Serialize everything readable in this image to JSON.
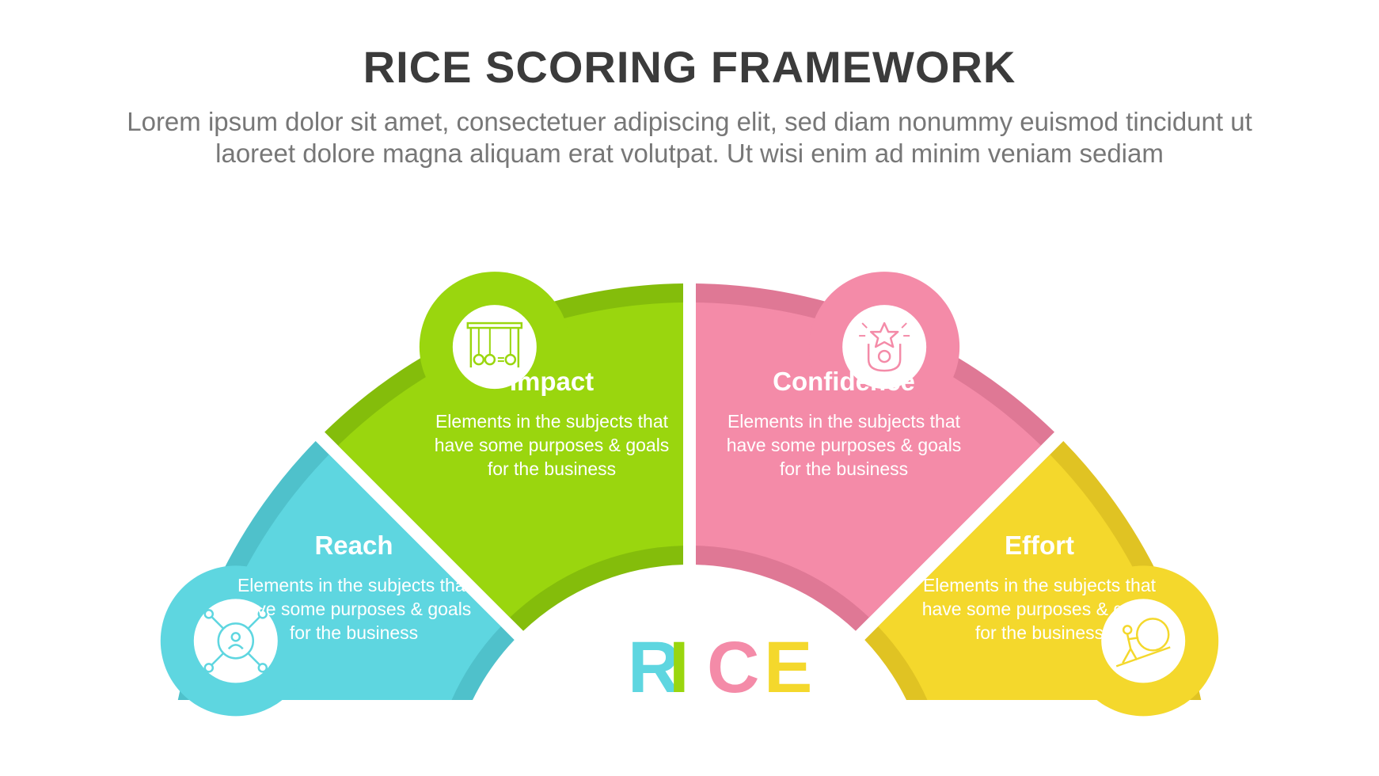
{
  "header": {
    "title": "RICE SCORING FRAMEWORK",
    "subtitle": "Lorem ipsum dolor sit amet, consectetuer adipiscing elit, sed diam nonummy euismod tincidunt ut laoreet dolore magna aliquam erat volutpat. Ut wisi enim ad minim veniam sediam"
  },
  "segments": [
    {
      "key": "reach",
      "title": "Reach",
      "desc_lines": [
        "Elements in the subjects that",
        "have  some purposes & goals",
        "for the  business"
      ],
      "icon": "network-person-icon",
      "color": "#5ed6e0",
      "dark": "#4fc1cb"
    },
    {
      "key": "impact",
      "title": "Impact",
      "desc_lines": [
        "Elements in the subjects that",
        "have  some purposes & goals",
        "for the  business"
      ],
      "icon": "newtons-cradle-icon",
      "color": "#9ad60e",
      "dark": "#84bd0b"
    },
    {
      "key": "confidence",
      "title": "Confidence",
      "desc_lines": [
        "Elements in the subjects that",
        "have  some purposes & goals",
        "for the  business"
      ],
      "icon": "hand-star-icon",
      "color": "#f48ba8",
      "dark": "#df7895"
    },
    {
      "key": "effort",
      "title": "Effort",
      "desc_lines": [
        "Elements in the subjects that",
        "have  some purposes & goals",
        "for the  business"
      ],
      "icon": "push-boulder-icon",
      "color": "#f4d82c",
      "dark": "#e0c323"
    }
  ],
  "center_label": {
    "letters": [
      {
        "char": "R",
        "color": "#5ed6e0"
      },
      {
        "char": "I",
        "color": "#9ad60e"
      },
      {
        "char": "C",
        "color": "#f48ba8"
      },
      {
        "char": "E",
        "color": "#f4d82c"
      }
    ]
  }
}
